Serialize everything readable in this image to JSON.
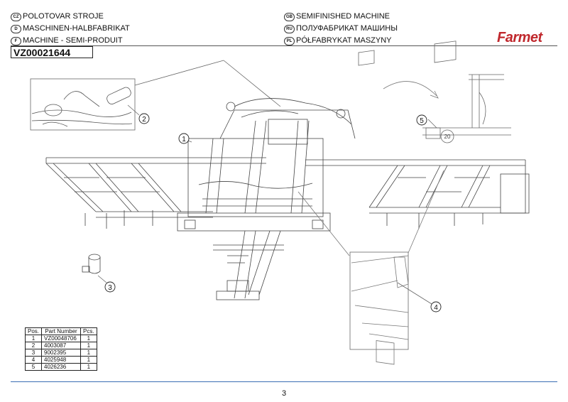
{
  "header": {
    "left": [
      {
        "flag": "CZ",
        "text": "POLOTOVAR STROJE"
      },
      {
        "flag": "D",
        "text": "MASCHINEN-HALBFABRIKAT"
      },
      {
        "flag": "F",
        "text": "MACHINE - SEMI-PRODUIT"
      }
    ],
    "right": [
      {
        "flag": "GB",
        "text": "SEMIFINISHED MACHINE"
      },
      {
        "flag": "RU",
        "text": "ПОЛУФАБРИКАТ МАШИНЫ"
      },
      {
        "flag": "PL",
        "text": "PÓŁFABRYKAT MASZYNY"
      }
    ],
    "code": "VZ00021644",
    "logo": "Farmet"
  },
  "callouts": [
    "1",
    "2",
    "3",
    "4",
    "5"
  ],
  "parts_table": {
    "headers": [
      "Pos.",
      "Part Number",
      "Pcs."
    ],
    "rows": [
      [
        "1",
        "VZ00048706",
        "1"
      ],
      [
        "2",
        "4003087",
        "1"
      ],
      [
        "3",
        "9002395",
        "1"
      ],
      [
        "4",
        "4025948",
        "1"
      ],
      [
        "5",
        "4026236",
        "1"
      ]
    ]
  },
  "page_number": "3",
  "sign_text": "20"
}
